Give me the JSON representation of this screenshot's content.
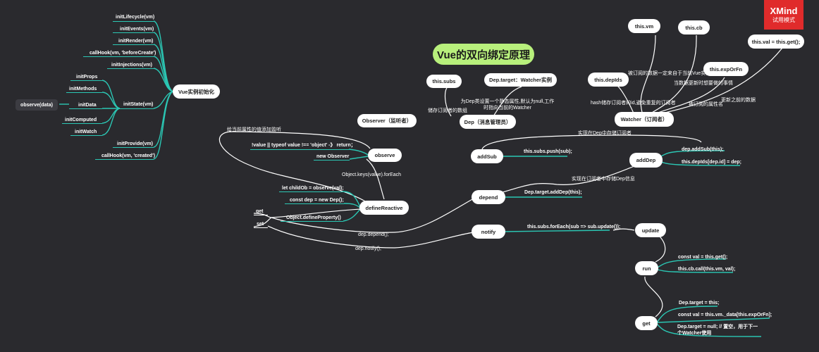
{
  "title": "Vue的双向绑定原理",
  "brand": {
    "name": "XMind",
    "sub": "试用模式"
  },
  "colors": {
    "background": "#2a2a2e",
    "accent": "#2bc7b4",
    "title_bg": "#b8f07c",
    "brand": "#e02b2b"
  },
  "init": {
    "root": "Vue实例初始化",
    "items": [
      "initLifecycle(vm)",
      "initEvents(vm)",
      "initRender(vm)",
      "callHook(vm, 'beforeCreate')",
      "initInjections(vm)",
      "initState(vm)",
      "initProvide(vm)",
      "callHook(vm, 'created')"
    ],
    "state_children": [
      "initProps",
      "initMethods",
      "initData",
      "initComputed",
      "initWatch"
    ],
    "observe_data": "observe(data)"
  },
  "observer": {
    "label": "Observer（监听者）",
    "observe": "observe",
    "note_top": "给当前属性的值添加监听",
    "check": "!value || typeof value !== 'object' -》 return；",
    "new_observer": "new Observer",
    "foreach": "Object.keys(value).forEach",
    "define_reactive": "defineReactive",
    "child_ob": "let childOb = observe(val);",
    "const_dep": "const dep = new Dep();",
    "define_property": "Object.defineProperty()",
    "get": "get",
    "set": "set",
    "dep_depend": "dep.depend();",
    "dep_notify": "dep.notify();"
  },
  "dep": {
    "label": "Dep（消息管理员）",
    "subs": "this.subs",
    "target": "Dep.target：Watcher实例",
    "subs_note": "储存订阅者的数组",
    "target_note": "为Dep类设置一个静态属性,默认为null,工作时指向当前的Watcher",
    "add_sub": "addSub",
    "push_sub": "this.subs.push(sub);",
    "depend": "depend",
    "target_add_dep": "Dep.target.addDep(this);",
    "store_note": "实现在订阅者中存储Dep信息",
    "notify": "notify",
    "foreach_update": "this.subs.forEach(sub => sub.update());"
  },
  "watcher": {
    "label": "Watcher（订阅者）",
    "vm": "this.vm",
    "cb": "this.cb",
    "expOrFn": "this.expOrFn",
    "val_get": "this.val = this.get();",
    "depIds": "this.depIds",
    "vm_note": "被订阅的数据一定来自于当前Vue实例",
    "cb_note": "当数据更新时想要做的事情",
    "depIds_note": "hash储存订阅者的id,避免重复的订阅者",
    "exp_note": "被订阅的属性名",
    "val_note": "更新之前的数据",
    "store_watcher_note": "实现在Dep中存储订阅者",
    "add_dep": "addDep",
    "dep_add_sub": "dep.addSub(this);",
    "dep_ids_set": "this.depIds[dep.id] = dep;",
    "update": "update",
    "run": "run",
    "run_val": "const val = this.get();",
    "run_cb": "this.cb.call(this.vm, val);",
    "get": "get",
    "get_target": "Dep.target = this;",
    "get_val": "const val = this.vm._data[this.expOrFn];",
    "get_reset": "Dep.target = null; // 置空，用于下一个Watcher使用"
  }
}
